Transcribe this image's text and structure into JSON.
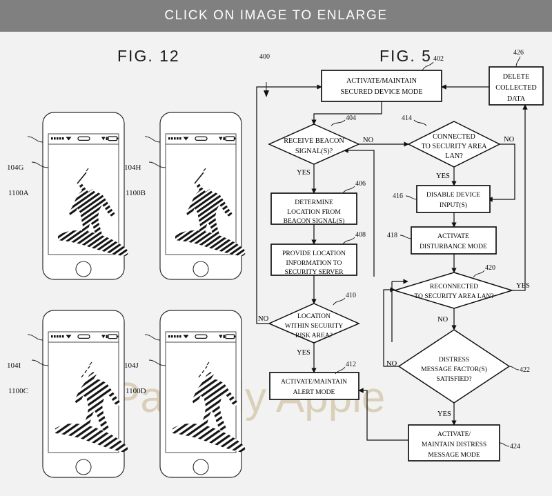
{
  "banner": {
    "text": "CLICK ON IMAGE TO ENLARGE",
    "bg": "#808080",
    "fg": "#ffffff"
  },
  "page": {
    "background": "#f2f2f2",
    "ink": "#111111"
  },
  "watermark": {
    "text": "Patently Apple",
    "color": "#d9cfb7"
  },
  "figures": [
    {
      "id": "fig12",
      "title": "FIG. 12"
    },
    {
      "id": "fig5",
      "title": "FIG.  5"
    }
  ],
  "fig12": {
    "title": "FIG. 12",
    "caption": "Four smartphone mockups each showing a progressively disintegrating hatched snowboarder image",
    "devices": [
      {
        "device_ref": "104G",
        "screen_ref": "1100A",
        "state": "intact"
      },
      {
        "device_ref": "104H",
        "screen_ref": "1100B",
        "state": "intact"
      },
      {
        "device_ref": "104I",
        "screen_ref": "1100C",
        "state": "fragmented"
      },
      {
        "device_ref": "104J",
        "screen_ref": "1100D",
        "state": "fragmented"
      }
    ],
    "status_bar": {
      "signal_icon": "signal-dots-icon",
      "wifi_icon": "wifi-icon",
      "carrier_pill_icon": "pill-icon",
      "bluetooth_icon": "bluetooth-icon",
      "battery_icon": "battery-icon"
    }
  },
  "chart_data": {
    "type": "diagram",
    "title": "FIG.  5",
    "diagram_ref": "400",
    "nodes": [
      {
        "ref": "402",
        "shape": "process",
        "text": [
          "ACTIVATE/MAINTAIN",
          "SECURED DEVICE MODE"
        ]
      },
      {
        "ref": "404",
        "shape": "decision",
        "text": [
          "RECEIVE BEACON",
          "SIGNAL(S)?"
        ]
      },
      {
        "ref": "406",
        "shape": "process",
        "text": [
          "DETERMINE",
          "LOCATION FROM",
          "BEACON SIGNAL(S)"
        ]
      },
      {
        "ref": "408",
        "shape": "process",
        "text": [
          "PROVIDE LOCATION",
          "INFORMATION TO",
          "SECURITY SERVER"
        ]
      },
      {
        "ref": "410",
        "shape": "decision",
        "text": [
          "LOCATION",
          "WITHIN SECURITY",
          "RISK AREA?"
        ]
      },
      {
        "ref": "412",
        "shape": "process",
        "text": [
          "ACTIVATE/MAINTAIN",
          "ALERT MODE"
        ]
      },
      {
        "ref": "414",
        "shape": "decision",
        "text": [
          "CONNECTED",
          "TO SECURITY AREA",
          "LAN?"
        ]
      },
      {
        "ref": "416",
        "shape": "process",
        "text": [
          "DISABLE DEVICE",
          "INPUT(S)"
        ]
      },
      {
        "ref": "418",
        "shape": "process",
        "text": [
          "ACTIVATE",
          "DISTURBANCE MODE"
        ]
      },
      {
        "ref": "420",
        "shape": "decision",
        "text": [
          "RECONNECTED",
          "TO SECURITY AREA LAN?"
        ]
      },
      {
        "ref": "422",
        "shape": "decision",
        "text": [
          "DISTRESS",
          "MESSAGE FACTOR(S)",
          "SATISFIED?"
        ]
      },
      {
        "ref": "424",
        "shape": "process",
        "text": [
          "ACTIVATE/",
          "MAINTAIN DISTRESS",
          "MESSAGE MODE"
        ]
      },
      {
        "ref": "426",
        "shape": "process",
        "text": [
          "DELETE",
          "COLLECTED",
          "DATA"
        ]
      }
    ],
    "edges": [
      {
        "from": "402",
        "to": "404",
        "label": ""
      },
      {
        "from": "404",
        "to": "406",
        "label": "YES"
      },
      {
        "from": "404",
        "to": "414",
        "label": "NO"
      },
      {
        "from": "406",
        "to": "408",
        "label": ""
      },
      {
        "from": "408",
        "to": "410",
        "label": ""
      },
      {
        "from": "410",
        "to": "412",
        "label": "YES"
      },
      {
        "from": "410",
        "to": "402",
        "label": "NO"
      },
      {
        "from": "414",
        "to": "416",
        "label": "YES"
      },
      {
        "from": "414",
        "to": "416",
        "label": "NO"
      },
      {
        "from": "416",
        "to": "418",
        "label": ""
      },
      {
        "from": "418",
        "to": "420",
        "label": ""
      },
      {
        "from": "420",
        "to": "426",
        "label": "YES"
      },
      {
        "from": "420",
        "to": "422",
        "label": "NO"
      },
      {
        "from": "422",
        "to": "424",
        "label": "YES"
      },
      {
        "from": "422",
        "to": "420",
        "label": "NO"
      },
      {
        "from": "424",
        "to": "412",
        "label": ""
      },
      {
        "from": "426",
        "to": "402",
        "label": ""
      }
    ],
    "branch_labels": [
      "YES",
      "NO"
    ]
  }
}
